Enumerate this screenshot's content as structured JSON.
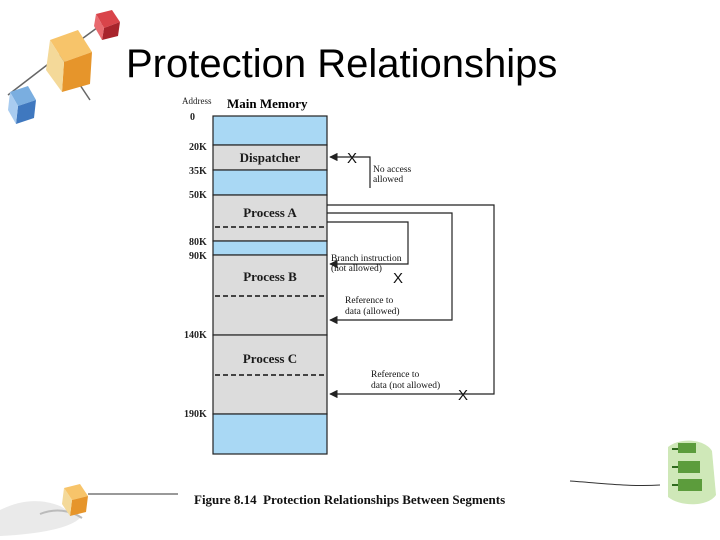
{
  "slide": {
    "title": "Protection Relationships"
  },
  "figure": {
    "header_address": "Address",
    "header_memory": "Main Memory",
    "addresses": [
      "0",
      "20K",
      "35K",
      "50K",
      "80K",
      "90K",
      "140K",
      "190K"
    ],
    "segments": {
      "dispatcher": "Dispatcher",
      "process_a": "Process A",
      "process_b": "Process B",
      "process_c": "Process C"
    },
    "annotations": {
      "no_access_line1": "No access",
      "no_access_line2": "allowed",
      "branch_line1": "Branch instruction",
      "branch_line2": "(not allowed)",
      "ref_allowed_line1": "Reference to",
      "ref_allowed_line2": "data (allowed)",
      "ref_not_allowed_line1": "Reference to",
      "ref_not_allowed_line2": "data (not allowed)",
      "x_mark": "X"
    },
    "caption_number": "Figure 8.14",
    "caption_text": "Protection Relationships Between Segments",
    "colors": {
      "free_memory": "#a9d8f4",
      "segment_fill": "#dcdcdc",
      "outline": "#222222"
    }
  }
}
